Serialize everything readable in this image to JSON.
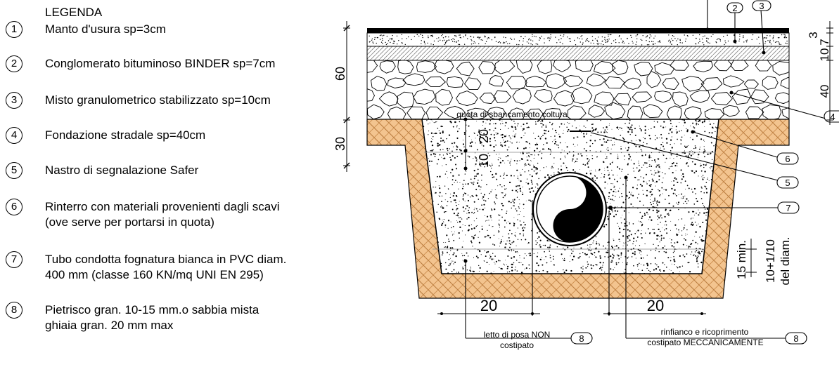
{
  "legend": {
    "title": "LEGENDA",
    "items": [
      {
        "num": "1",
        "lines": [
          "Manto d'usura sp=3cm"
        ]
      },
      {
        "num": "2",
        "lines": [
          "Conglomerato bituminoso BINDER sp=7cm"
        ]
      },
      {
        "num": "3",
        "lines": [
          "Misto granulometrico stabilizzato sp=10cm"
        ]
      },
      {
        "num": "4",
        "lines": [
          "Fondazione stradale sp=40cm"
        ]
      },
      {
        "num": "5",
        "lines": [
          "Nastro di segnalazione Safer"
        ]
      },
      {
        "num": "6",
        "lines": [
          "Rinterro con materiali provenienti dagli scavi",
          "(ove serve per portarsi in quota)"
        ]
      },
      {
        "num": "7",
        "lines": [
          "Tubo condotta fognatura bianca in PVC diam.",
          "400 mm (classe 160 KN/mq UNI EN 295)"
        ]
      },
      {
        "num": "8",
        "lines": [
          "Pietrisco gran. 10-15 mm.o sabbia mista",
          "ghiaia gran. 20 mm max"
        ]
      }
    ]
  },
  "drawing": {
    "left_dims": {
      "total": "60",
      "lower": "30"
    },
    "right_dims": {
      "d7": "7",
      "d3": "3",
      "d10": "10",
      "d40": "40"
    },
    "inner_dims": {
      "d20": "20",
      "d10": "10"
    },
    "bottom_dims": {
      "left": "20",
      "right": "20"
    },
    "side_dims": {
      "min": "15 min.",
      "diam_line1": "10+1/10",
      "diam_line2": "del diam."
    },
    "labels": {
      "quota": "quota di sbancamento coltura",
      "letto_line1": "letto di posa NON",
      "letto_line2": "costipato",
      "rinfianco_line1": "rinfianco e ricoprimento",
      "rinfianco_line2": "costipato MECCANICAMENTE"
    },
    "callouts": {
      "c2": "2",
      "c3": "3",
      "c4": "4",
      "c5": "5",
      "c6": "6",
      "c7": "7",
      "c8a": "8",
      "c8b": "8"
    }
  }
}
